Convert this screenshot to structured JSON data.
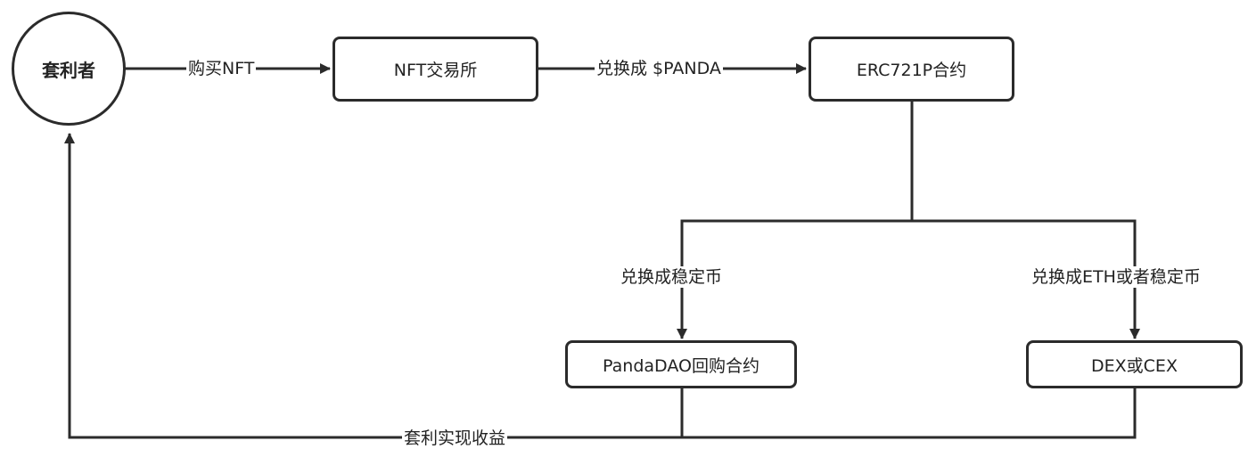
{
  "nodes": {
    "arbitrager": "套利者",
    "nft_exchange": "NFT交易所",
    "erc721p": "ERC721P合约",
    "buyback": "PandaDAO回购合约",
    "dex_cex": "DEX或CEX"
  },
  "edges": {
    "buy_nft": "购买NFT",
    "swap_panda": "兑换成 $PANDA",
    "swap_stable": "兑换成稳定币",
    "swap_eth_stable": "兑换成ETH或者稳定币",
    "profit": "套利实现收益"
  },
  "colors": {
    "line": "#2b2b2b",
    "background": "#ffffff"
  }
}
